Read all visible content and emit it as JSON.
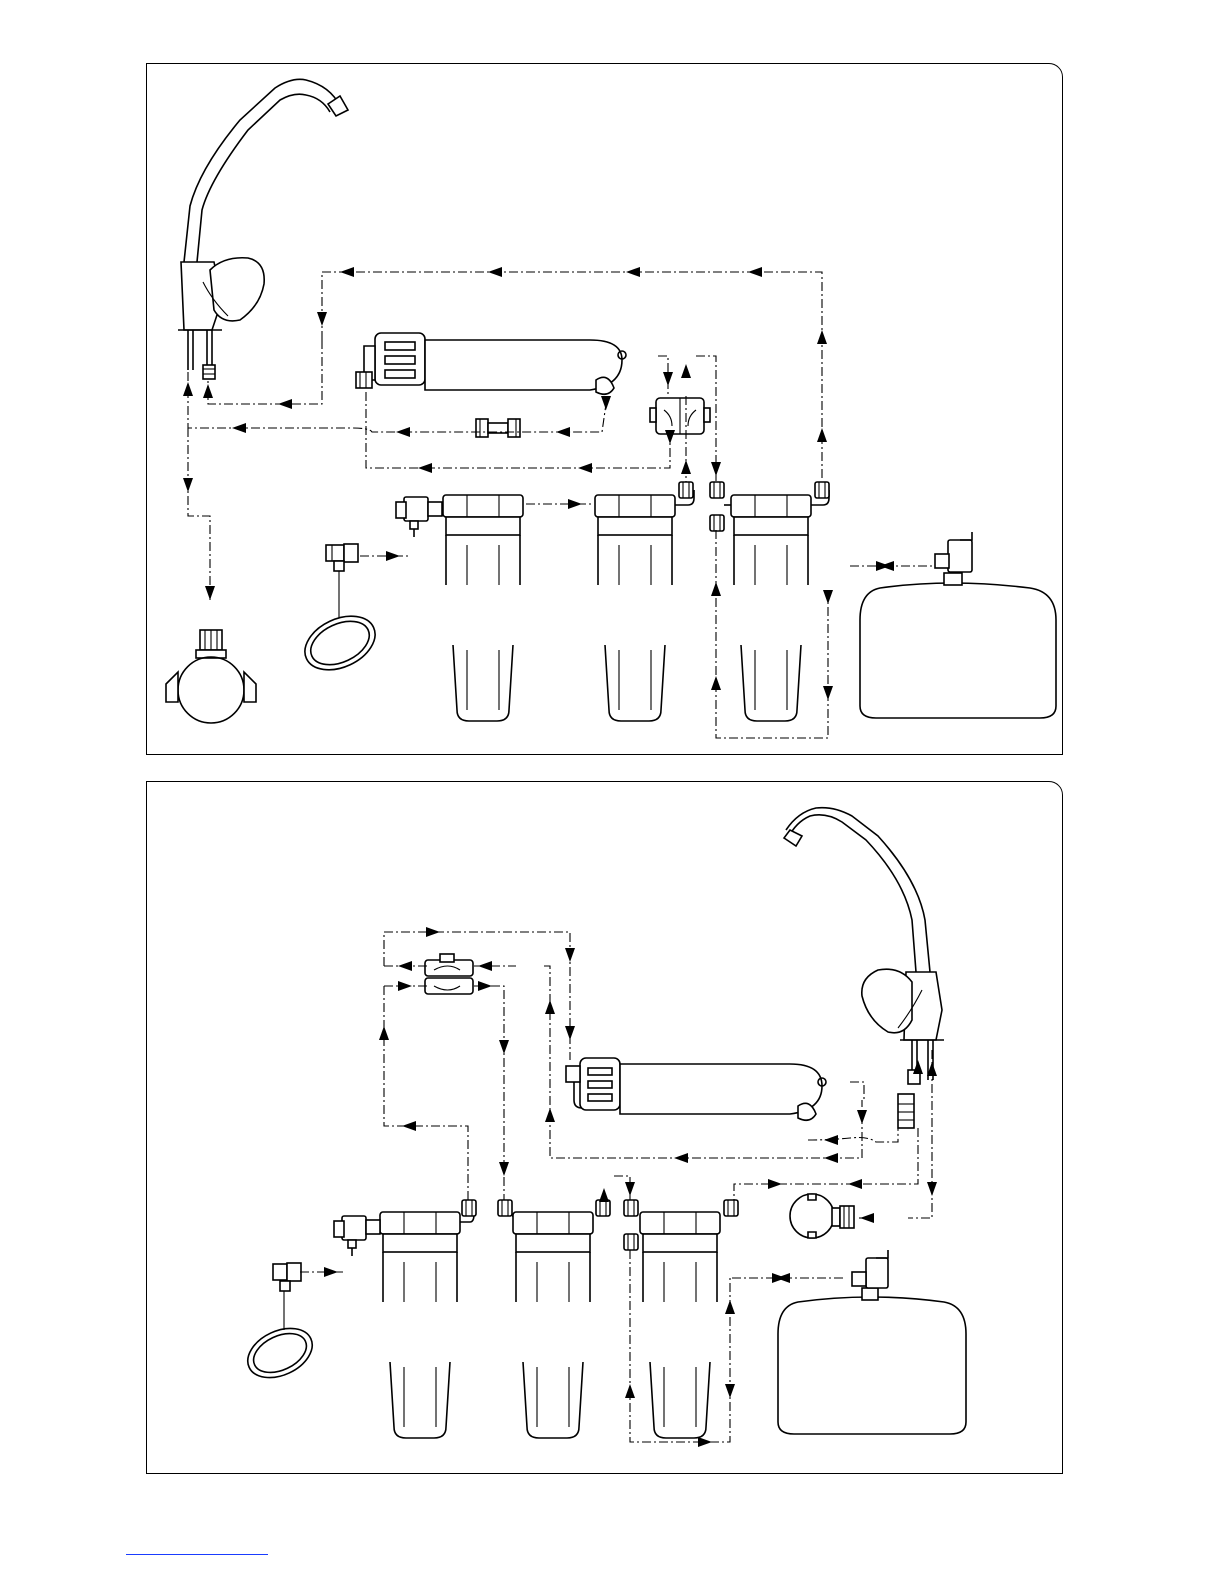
{
  "page": {
    "description_free": true
  },
  "colors": {
    "line": "#000000",
    "background": "#ffffff",
    "footer_link": "#1a3cff"
  },
  "diagrams": [
    {
      "id": "top",
      "components": [
        "faucet",
        "membrane-housing",
        "flow-restrictor",
        "check-valve",
        "pre-filter-1",
        "pre-filter-2",
        "pre-filter-3",
        "feed-valve",
        "feed-valve-gasket",
        "drain-saddle",
        "storage-tank",
        "tank-valve"
      ]
    },
    {
      "id": "bottom",
      "components": [
        "faucet",
        "membrane-housing",
        "check-valve",
        "pre-filter-1",
        "pre-filter-2",
        "pre-filter-3",
        "feed-valve",
        "feed-valve-gasket",
        "drain-saddle",
        "storage-tank",
        "tank-valve",
        "shut-off-valve"
      ]
    }
  ],
  "icons": {
    "flow_arrow": "arrowhead-icon"
  }
}
